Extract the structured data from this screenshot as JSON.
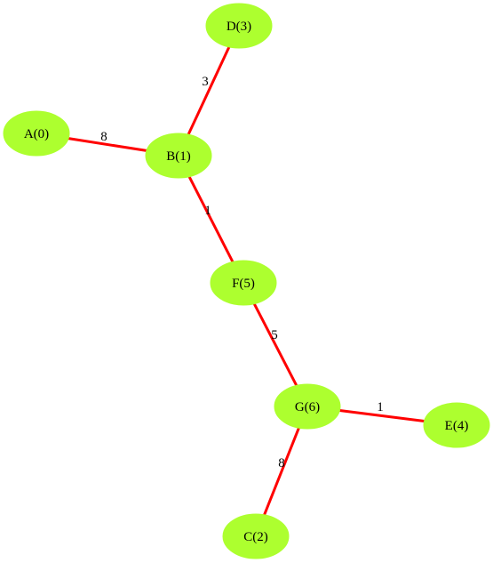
{
  "graph": {
    "node_color": "#adff2f",
    "edge_color": "#ff0000",
    "nodes": [
      {
        "id": "A",
        "label": "A(0)"
      },
      {
        "id": "B",
        "label": "B(1)"
      },
      {
        "id": "C",
        "label": "C(2)"
      },
      {
        "id": "D",
        "label": "D(3)"
      },
      {
        "id": "E",
        "label": "E(4)"
      },
      {
        "id": "F",
        "label": "F(5)"
      },
      {
        "id": "G",
        "label": "G(6)"
      }
    ],
    "edges": [
      {
        "from": "A",
        "to": "B",
        "weight": "8"
      },
      {
        "from": "B",
        "to": "D",
        "weight": "3"
      },
      {
        "from": "B",
        "to": "F",
        "weight": "1"
      },
      {
        "from": "F",
        "to": "G",
        "weight": "5"
      },
      {
        "from": "G",
        "to": "E",
        "weight": "1"
      },
      {
        "from": "G",
        "to": "C",
        "weight": "8"
      }
    ]
  }
}
